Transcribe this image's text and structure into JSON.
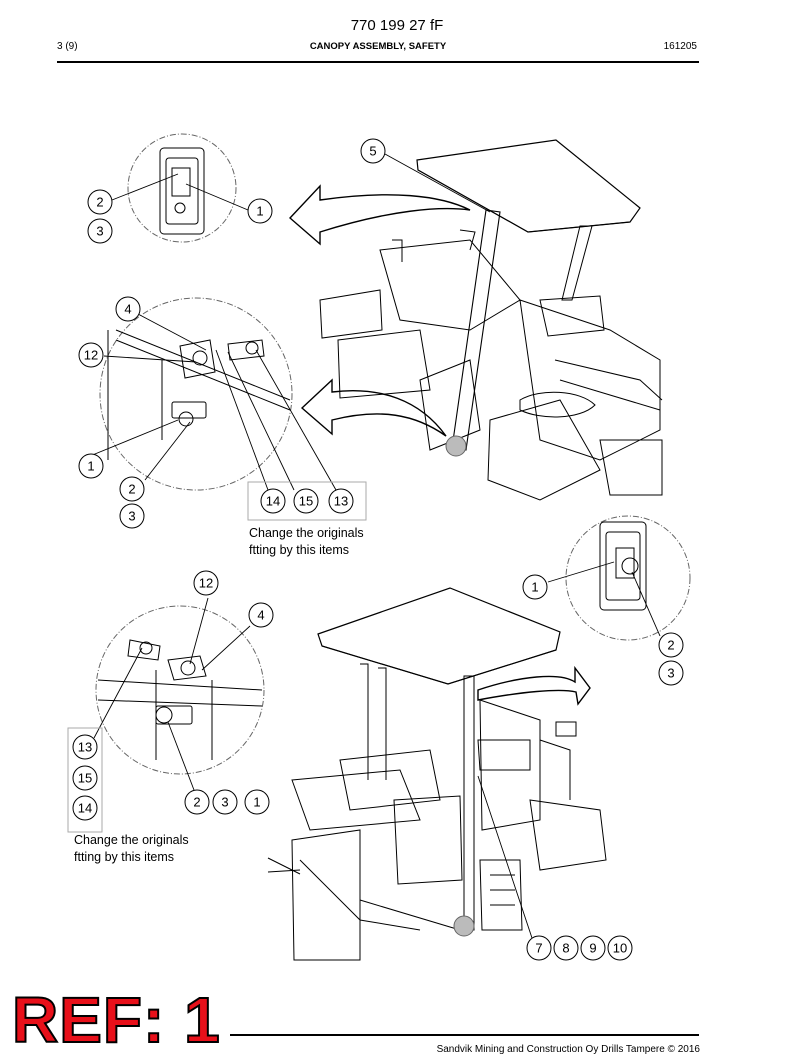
{
  "header": {
    "doc_code": "770 199 27 fF",
    "page": "3 (9)",
    "title": "CANOPY ASSEMBLY, SAFETY",
    "date": "161205"
  },
  "callouts": {
    "top_detail_a": [
      "2",
      "3",
      "1"
    ],
    "top_canopy": [
      "5"
    ],
    "mid_detail": [
      "4",
      "12",
      "1",
      "2",
      "3"
    ],
    "mid_box": [
      "14",
      "15",
      "13"
    ],
    "right_detail": [
      "1",
      "2",
      "3"
    ],
    "lower_left_detail": [
      "12",
      "4"
    ],
    "lower_left_box": [
      "13",
      "15",
      "14"
    ],
    "lower_left_row": [
      "2",
      "3",
      "1"
    ],
    "bottom_row": [
      "7",
      "8",
      "9",
      "10"
    ]
  },
  "notes": {
    "note_1": [
      "Change the originals",
      "ftting by this items"
    ],
    "note_2": [
      "Change the originals",
      "ftting by this items"
    ]
  },
  "stamp": "REF: 1",
  "footer": {
    "copyright": "Sandvik Mining and Construction Oy Drills Tampere © 2016"
  }
}
